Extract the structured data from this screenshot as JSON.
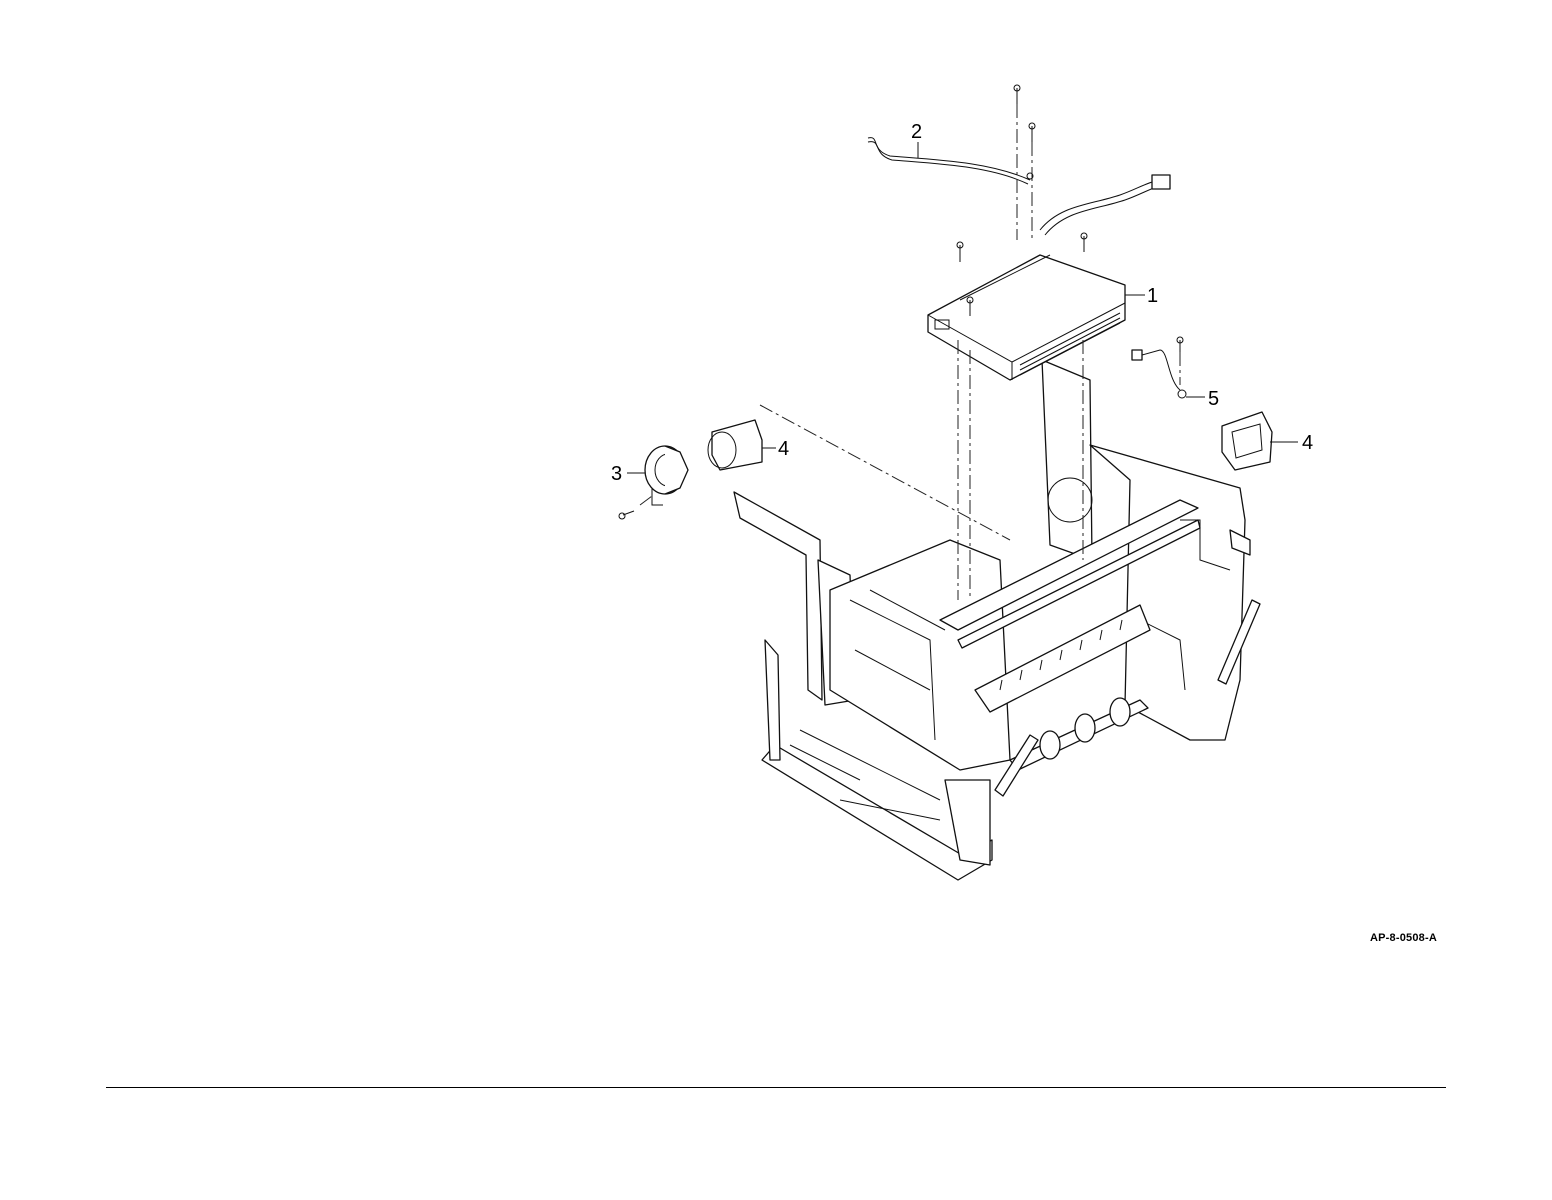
{
  "callouts": [
    {
      "id": "c1",
      "label": "1"
    },
    {
      "id": "c2",
      "label": "2"
    },
    {
      "id": "c3",
      "label": "3"
    },
    {
      "id": "c4a",
      "label": "4"
    },
    {
      "id": "c4b",
      "label": "4"
    },
    {
      "id": "c5",
      "label": "5"
    }
  ],
  "drawing_id": "AP-8-0508-A"
}
